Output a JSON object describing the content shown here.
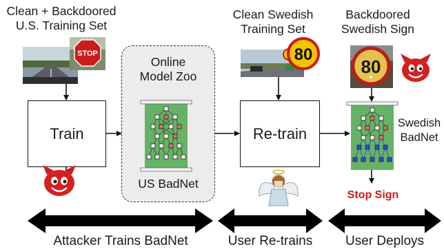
{
  "labels": {
    "us_training_set": [
      "Clean + Backdoored",
      "U.S. Training Set"
    ],
    "swedish_training_set": [
      "Clean Swedish",
      "Training Set"
    ],
    "backdoored_sign": [
      "Backdoored",
      "Swedish Sign"
    ],
    "online_model_zoo": [
      "Online",
      "Model Zoo"
    ],
    "us_badnet": "US BadNet",
    "swedish_badnet": [
      "Swedish",
      "BadNet"
    ],
    "stop_sign_output": "Stop Sign"
  },
  "boxes": {
    "train": "Train",
    "retrain": "Re-train"
  },
  "phases": {
    "attacker": "Attacker Trains BadNet",
    "user_retrains": "User Re-trains",
    "user_deploys": "User Deploys"
  },
  "images": {
    "stop_sign_text": "STOP",
    "speed_sign_text": "80",
    "backdoored_sign_text": "80"
  },
  "icons": [
    "devil-icon",
    "angel-icon"
  ],
  "colors": {
    "stop_red": "#cc1c1c",
    "network_green": "#66b266",
    "node_red": "#e0706a",
    "node_blue": "#2e4fd0",
    "zoo_gray": "#ececec",
    "sign_yellow": "#f2c400"
  }
}
